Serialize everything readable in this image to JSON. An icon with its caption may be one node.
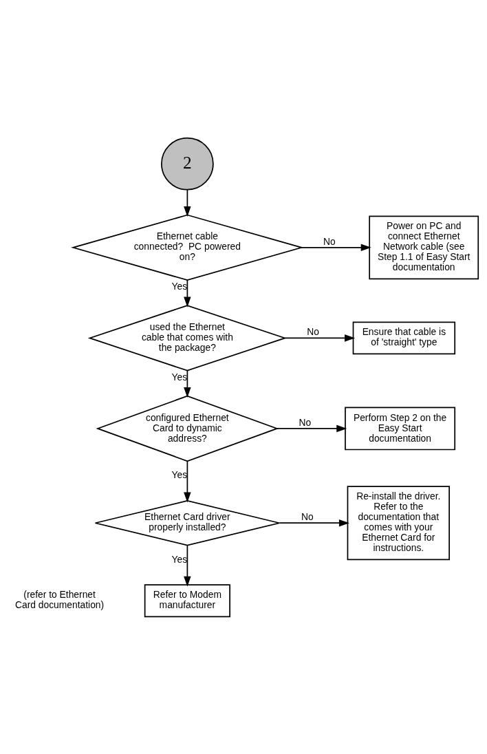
{
  "diagram": {
    "nodes": [
      {
        "text": [
          "2"
        ]
      },
      {
        "text": [
          "Ethernet cable connected?  PC powered on?"
        ]
      },
      {
        "text": [
          "Power on PC and connect Ethernet Network cable (see Step 1.1 of Easy Start documentation"
        ]
      },
      {
        "text": [
          "used the Ethernet cable that comes with the package?"
        ]
      },
      {
        "text": [
          "Ensure that cable is of 'straight' type"
        ]
      },
      {
        "text": [
          "configured Ethernet Card to dynamic address?"
        ]
      },
      {
        "text": [
          "Perform Step 2 on the Easy Start documentation"
        ]
      },
      {
        "text": [
          "Ethernet Card driver properly installed?"
        ]
      },
      {
        "text": [
          "Re-install the driver. Refer to the documentation that comes with your Ethernet Card for instructions."
        ]
      },
      {
        "text": [
          "Refer to Modem manufacturer"
        ]
      }
    ],
    "edges": [
      {
        "from": 0,
        "to": 1,
        "arrow": "to"
      },
      {
        "from": 1,
        "to": 2,
        "arrow": "to",
        "label": "No"
      },
      {
        "from": 1,
        "to": 3,
        "arrow": "to",
        "label": "Yes"
      },
      {
        "from": 3,
        "to": 4,
        "arrow": "to",
        "label": "No"
      },
      {
        "from": 3,
        "to": 5,
        "arrow": "to",
        "label": "Yes"
      },
      {
        "from": 5,
        "to": 6,
        "arrow": "to",
        "label": "No"
      },
      {
        "from": 5,
        "to": 7,
        "arrow": "to",
        "label": "Yes"
      },
      {
        "from": 7,
        "to": 8,
        "arrow": "to",
        "label": "No"
      },
      {
        "from": 7,
        "to": 9,
        "arrow": "to",
        "label": "Yes"
      }
    ],
    "labels": [
      "(refer to Ethernet Card documentation)"
    ]
  }
}
